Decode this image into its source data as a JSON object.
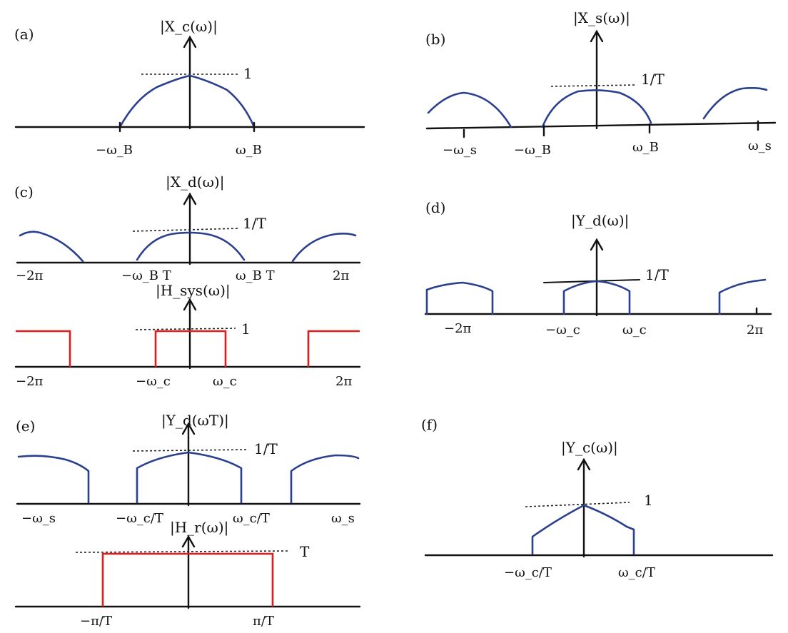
{
  "panels": {
    "a": {
      "tag": "(a)",
      "title": "|X_c(ω)|",
      "level": "1",
      "ticks": [
        "−ω_B",
        "ω_B"
      ]
    },
    "b": {
      "tag": "(b)",
      "title": "|X_s(ω)|",
      "level": "1/T",
      "ticks": [
        "−ω_s",
        "−ω_B",
        "ω_B",
        "ω_s"
      ]
    },
    "c": {
      "tag": "(c)",
      "title": "|X_d(ω)|",
      "level": "1/T",
      "ticks": [
        "−2π",
        "−ω_B T",
        "ω_B T",
        "2π"
      ]
    },
    "c2": {
      "title": "|H_sys(ω)|",
      "level": "1",
      "ticks": [
        "−2π",
        "−ω_c",
        "ω_c",
        "2π"
      ]
    },
    "d": {
      "tag": "(d)",
      "title": "|Y_d(ω)|",
      "level": "1/T",
      "ticks": [
        "−2π",
        "−ω_c",
        "ω_c",
        "2π"
      ]
    },
    "e": {
      "tag": "(e)",
      "title": "|Y_d(ωT)|",
      "level": "1/T",
      "ticks": [
        "−ω_s",
        "−ω_c/T",
        "ω_c/T",
        "ω_s"
      ]
    },
    "e2": {
      "title": "|H_r(ω)|",
      "level": "T",
      "ticks": [
        "−π/T",
        "π/T"
      ]
    },
    "f": {
      "tag": "(f)",
      "title": "|Y_c(ω)|",
      "level": "1",
      "ticks": [
        "−ω_c/T",
        "ω_c/T"
      ]
    }
  },
  "colors": {
    "spectrum": "#2b3f8f",
    "filter": "#e31b1b",
    "axes": "#111111"
  }
}
